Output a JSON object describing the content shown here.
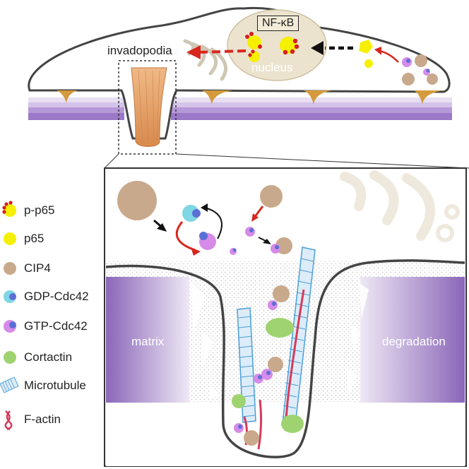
{
  "labels": {
    "invadopodia": "invadopodia",
    "nfkb": "NF-κB",
    "nucleus": "nucleus",
    "matrix": "matrix",
    "degradation": "degradation"
  },
  "legend": [
    {
      "label": "p-p65",
      "icon": "p-p65-icon"
    },
    {
      "label": "p65",
      "icon": "p65-icon"
    },
    {
      "label": "CIP4",
      "icon": "cip4-icon"
    },
    {
      "label": "GDP-Cdc42",
      "icon": "gdp-cdc42-icon"
    },
    {
      "label": "GTP-Cdc42",
      "icon": "gtp-cdc42-icon"
    },
    {
      "label": "Cortactin",
      "icon": "cortactin-icon"
    },
    {
      "label": "Microtubule",
      "icon": "microtubule-icon"
    },
    {
      "label": "F-actin",
      "icon": "f-actin-icon"
    }
  ],
  "colors": {
    "p65": "#f5f000",
    "phospho": "#d81e1e",
    "cip4": "#c9a98b",
    "gdp": "#7fd6e4",
    "gtp": "#d68be8",
    "cdc42_core": "#5b6fd6",
    "cortactin": "#9fd36f",
    "microtubule": "#4a9fd8",
    "factin": "#d63a5a",
    "matrix": "#9c78c4",
    "nucleus": "#ece3cf",
    "invadopodium": "#e8a36f",
    "anchor": "#d49a3c",
    "arrow_red": "#d8271e"
  }
}
